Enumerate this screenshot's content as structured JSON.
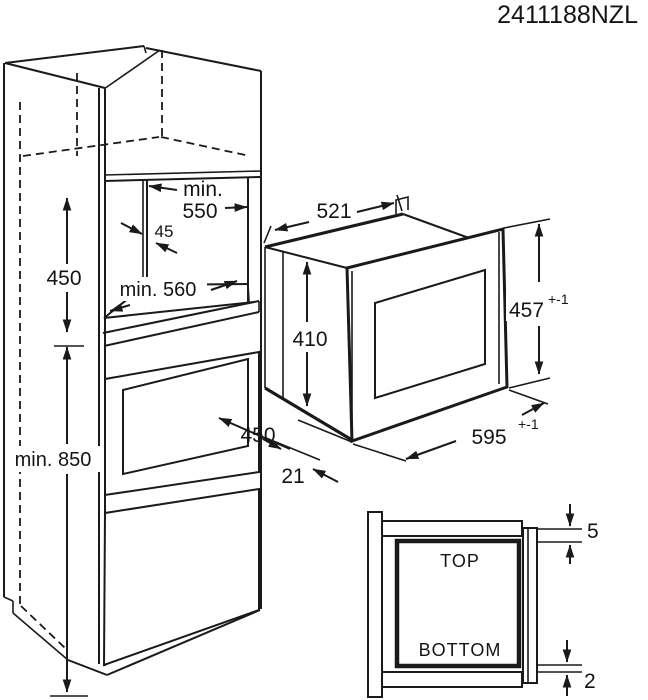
{
  "title": {
    "part_number": "2411188NZL"
  },
  "cabinet": {
    "dim_niche_height": "450",
    "dim_floor_height": "min. 850",
    "dim_niche_width_line1": "min.",
    "dim_niche_width_line2": "550",
    "dim_side_gap": "45",
    "dim_niche_depth": "min. 560",
    "dim_door": "450"
  },
  "oven": {
    "dim_width": "521",
    "dim_height": "410",
    "dim_frame_height": "457",
    "dim_frame_height_tol": "+-1",
    "dim_frame_width": "595",
    "dim_frame_width_tol": "+-1",
    "dim_protrusion": "21"
  },
  "section": {
    "label_top": "TOP",
    "label_bottom": "BOTTOM",
    "dim_top_gap": "5",
    "dim_bottom_gap": "2"
  }
}
